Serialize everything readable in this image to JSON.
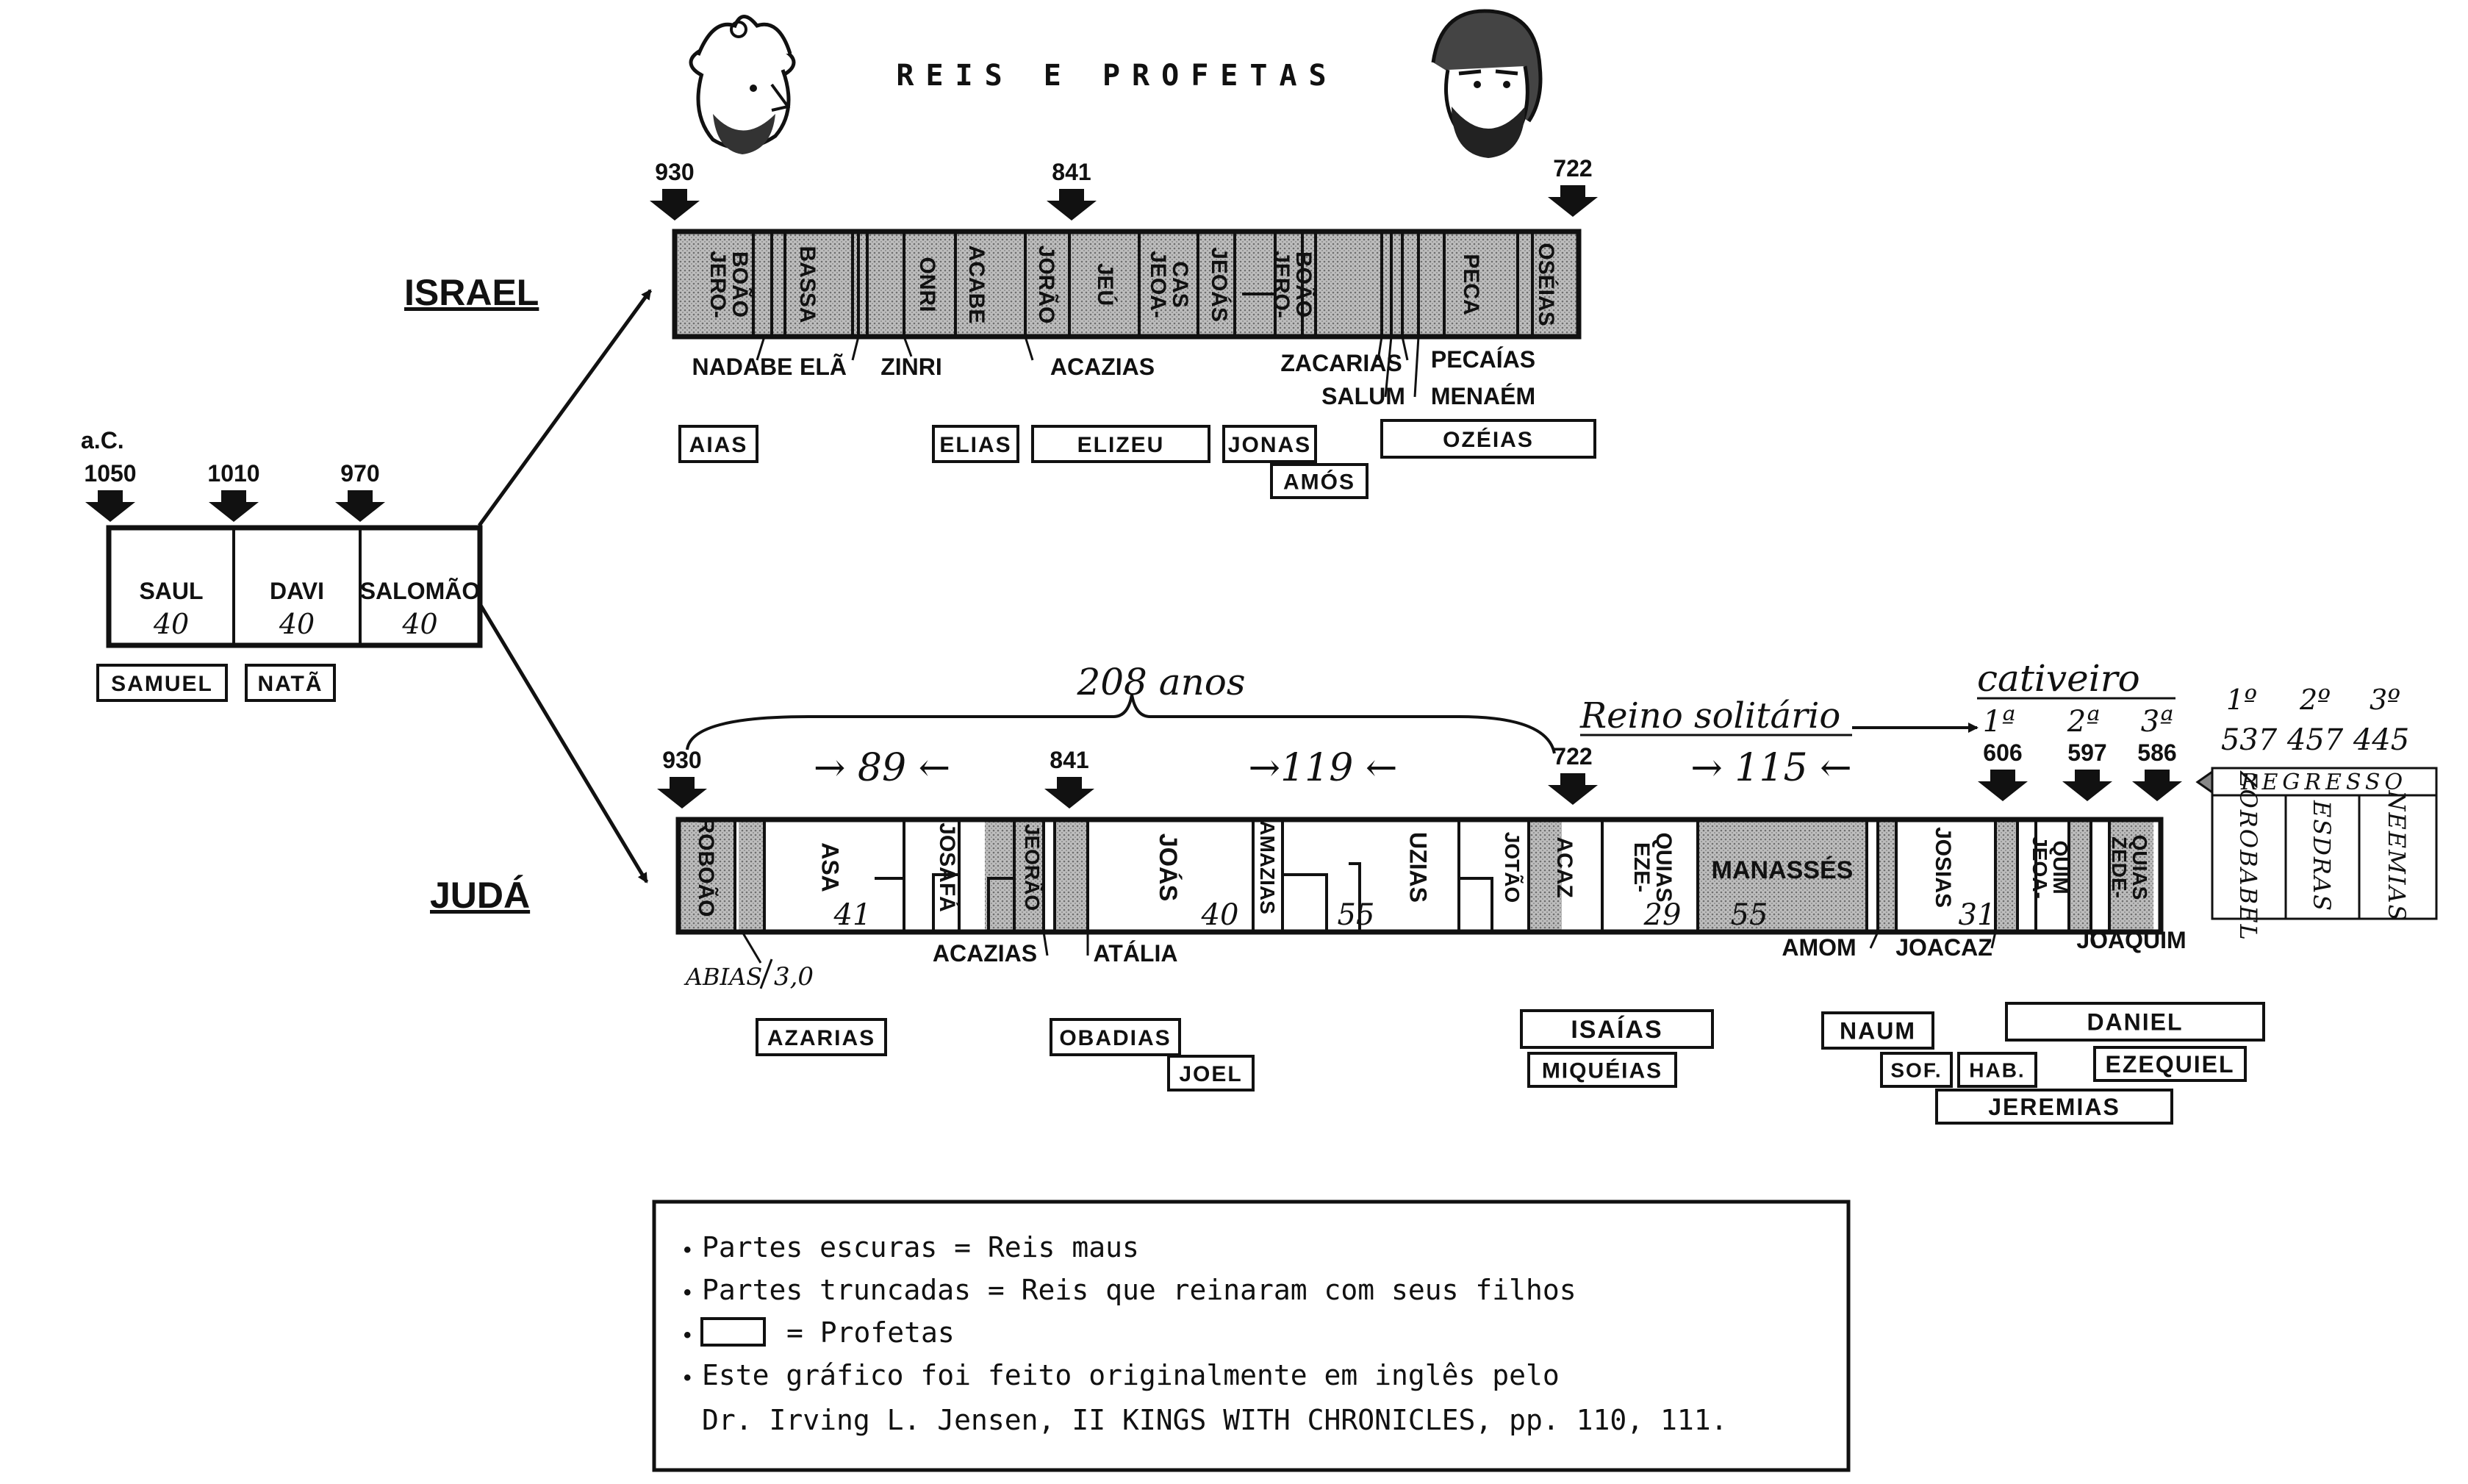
{
  "title": "REIS E PROFETAS",
  "era_label": "a.C.",
  "colors": {
    "ink": "#111111",
    "dark_reign": "#b5b5b5",
    "paper": "#ffffff"
  },
  "united": {
    "dates": [
      "1050",
      "1010",
      "970"
    ],
    "kings": [
      {
        "name": "SAUL",
        "years": "40"
      },
      {
        "name": "DAVI",
        "years": "40"
      },
      {
        "name": "SALOMÃO",
        "years": "40"
      }
    ],
    "prophets": [
      "SAMUEL",
      "NATÃ"
    ]
  },
  "israel": {
    "label": "ISRAEL",
    "dates": [
      "930",
      "841",
      "722"
    ],
    "kings_in_bar": [
      {
        "lines": [
          "JERO-",
          "BOÃO"
        ],
        "dark": true
      },
      {
        "lines": [
          "BASSA"
        ],
        "dark": true
      },
      {
        "lines": [
          "ONRI"
        ],
        "dark": true
      },
      {
        "lines": [
          "ACABE"
        ],
        "dark": true
      },
      {
        "lines": [
          "JORÃO"
        ],
        "dark": true
      },
      {
        "lines": [
          "JEÚ"
        ],
        "dark": true
      },
      {
        "lines": [
          "JEOA-",
          "CAS"
        ],
        "dark": true
      },
      {
        "lines": [
          "JEOÁS"
        ],
        "dark": true
      },
      {
        "lines": [
          "JERO-",
          "BOÃO"
        ],
        "dark": true
      },
      {
        "lines": [
          "PECA"
        ],
        "dark": true
      },
      {
        "lines": [
          "OSÉIAS"
        ],
        "dark": true
      }
    ],
    "kings_below": [
      "NADABE",
      "ELÃ",
      "ZINRI",
      "ACAZIAS",
      "ZACARIAS",
      "SALUM",
      "PECAÍAS",
      "MENAÉM"
    ],
    "prophets": [
      "AIAS",
      "ELIAS",
      "ELIZEU",
      "JONAS",
      "AMÓS",
      "OZÉIAS"
    ]
  },
  "juda": {
    "label": "JUDÁ",
    "dates": [
      "930",
      "841",
      "722",
      "606",
      "597",
      "586"
    ],
    "capture_ordinals": [
      "1ª",
      "2ª",
      "3ª"
    ],
    "return_ordinals": [
      "1º",
      "2º",
      "3º"
    ],
    "return_dates": [
      "537",
      "457",
      "445"
    ],
    "span_total": "208 anos",
    "span_a": "→ 89 ←",
    "span_b": "→119 ←",
    "span_c": "→ 115 ←",
    "reino_solitario": "Reino solitário",
    "cativeiro": "cativeiro",
    "regresso": "REGRESSO",
    "regresso_leaders": [
      "ZOROBABEL",
      "ESDRAS",
      "NEEMIAS"
    ],
    "kings_in_bar": [
      {
        "lines": [
          "ROBOÃO"
        ],
        "dark": true
      },
      {
        "lines": [
          "ASA"
        ],
        "years": "41",
        "dark": false
      },
      {
        "lines": [
          "JOSAFÁ"
        ],
        "dark": false
      },
      {
        "lines": [
          "JEORÃO"
        ],
        "dark": true
      },
      {
        "lines": [
          "JOÁS"
        ],
        "years": "40",
        "dark": false
      },
      {
        "lines": [
          "AMAZIAS"
        ],
        "dark": false
      },
      {
        "lines": [
          "UZIAS"
        ],
        "years": "55",
        "dark": false
      },
      {
        "lines": [
          "JOTÃO"
        ],
        "dark": false
      },
      {
        "lines": [
          "ACAZ"
        ],
        "dark": true
      },
      {
        "lines": [
          "EZE-",
          "QUIAS"
        ],
        "years": "29",
        "dark": false
      },
      {
        "lines": [
          "MANASSÉS"
        ],
        "years": "55",
        "dark": true
      },
      {
        "lines": [
          "JOSIAS"
        ],
        "years": "31",
        "dark": false
      },
      {
        "lines": [
          "JEOA-",
          "QUIM"
        ],
        "dark": true
      },
      {
        "lines": [
          "ZEDE-",
          "QUIAS"
        ],
        "dark": true
      }
    ],
    "kings_below": [
      "ABIAS",
      "ACAZIAS",
      "ATÁLIA",
      "AMOM",
      "JOACAZ",
      "JOAQUIM"
    ],
    "abias_years": "3,0",
    "prophets": [
      "AZARIAS",
      "OBADIAS",
      "JOEL",
      "ISAÍAS",
      "MIQUÉIAS",
      "NAUM",
      "SOF.",
      "HAB.",
      "JEREMIAS",
      "DANIEL",
      "EZEQUIEL"
    ]
  },
  "legend": {
    "lines": [
      "Partes escuras = Reis maus",
      "Partes truncadas = Reis que reinaram com seus filhos",
      "= Profetas",
      "Este gráfico foi feito originalmente em inglês pelo",
      "Dr. Irving L. Jensen, II KINGS WITH CHRONICLES, pp. 110, 111."
    ]
  }
}
